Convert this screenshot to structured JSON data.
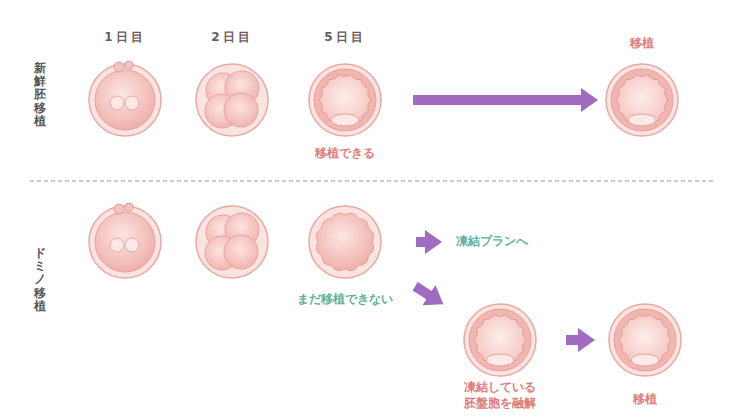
{
  "diagram": {
    "nodes": [
      {
        "text": [
          "移植できる"
        ]
      },
      {
        "text": [
          "移植"
        ]
      },
      {
        "text": [
          "まだ移植できない"
        ]
      },
      {
        "text": [
          "凍結プランへ"
        ]
      },
      {
        "text": [
          "凍結している 胚盤胞を融解"
        ]
      },
      {
        "text": [
          "移植"
        ]
      }
    ],
    "edges": [
      {
        "from": 0,
        "to": 1,
        "arrow": "to"
      },
      {
        "from": 2,
        "to": 3,
        "arrow": "to"
      },
      {
        "from": 2,
        "to": 4,
        "arrow": "to"
      },
      {
        "from": 4,
        "to": 5,
        "arrow": "to"
      }
    ],
    "labels": [
      "1日目",
      "2日目",
      "5日目",
      "新鮮胚移植",
      "ドミノ移植"
    ]
  }
}
